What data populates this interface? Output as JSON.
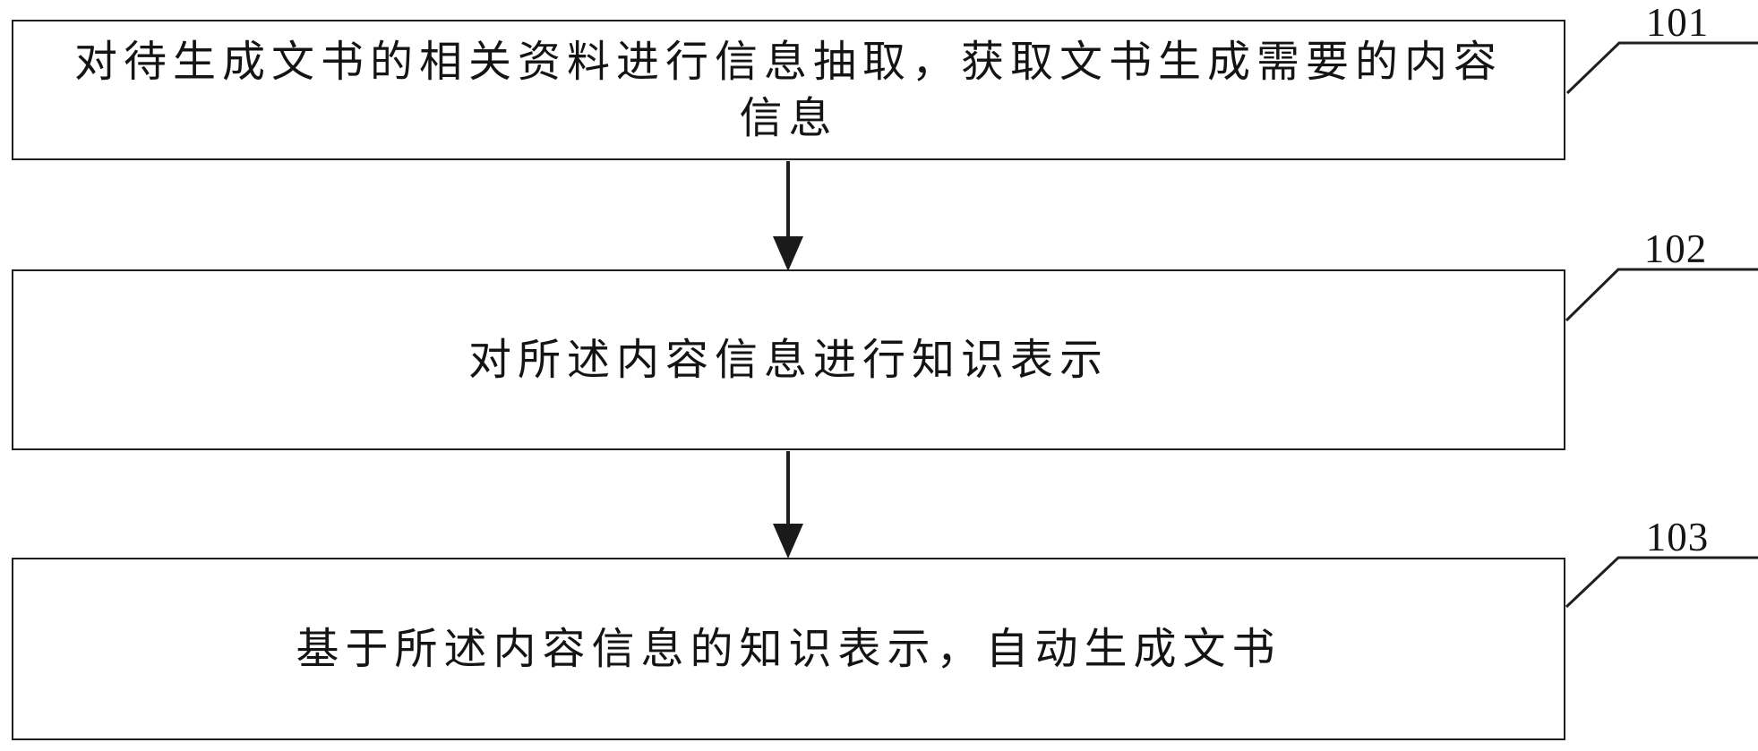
{
  "figure": {
    "type": "flowchart",
    "background_color": "#ffffff",
    "line_color": "#1f1f1f",
    "steps": [
      {
        "ref": "101",
        "lines": [
          "对待生成文书的相关资料进行信息抽取，获取文书生成需要的内容",
          "信息"
        ],
        "full_text": "对待生成文书的相关资料进行信息抽取，获取文书生成需要的内容信息"
      },
      {
        "ref": "102",
        "lines": [
          "对所述内容信息进行知识表示"
        ],
        "full_text": "对所述内容信息进行知识表示"
      },
      {
        "ref": "103",
        "lines": [
          "基于所述内容信息的知识表示，自动生成文书"
        ],
        "full_text": "基于所述内容信息的知识表示，自动生成文书"
      }
    ],
    "connectors": [
      {
        "icon": "down-arrow",
        "from": "101",
        "to": "102"
      },
      {
        "icon": "down-arrow",
        "from": "102",
        "to": "103"
      }
    ]
  }
}
